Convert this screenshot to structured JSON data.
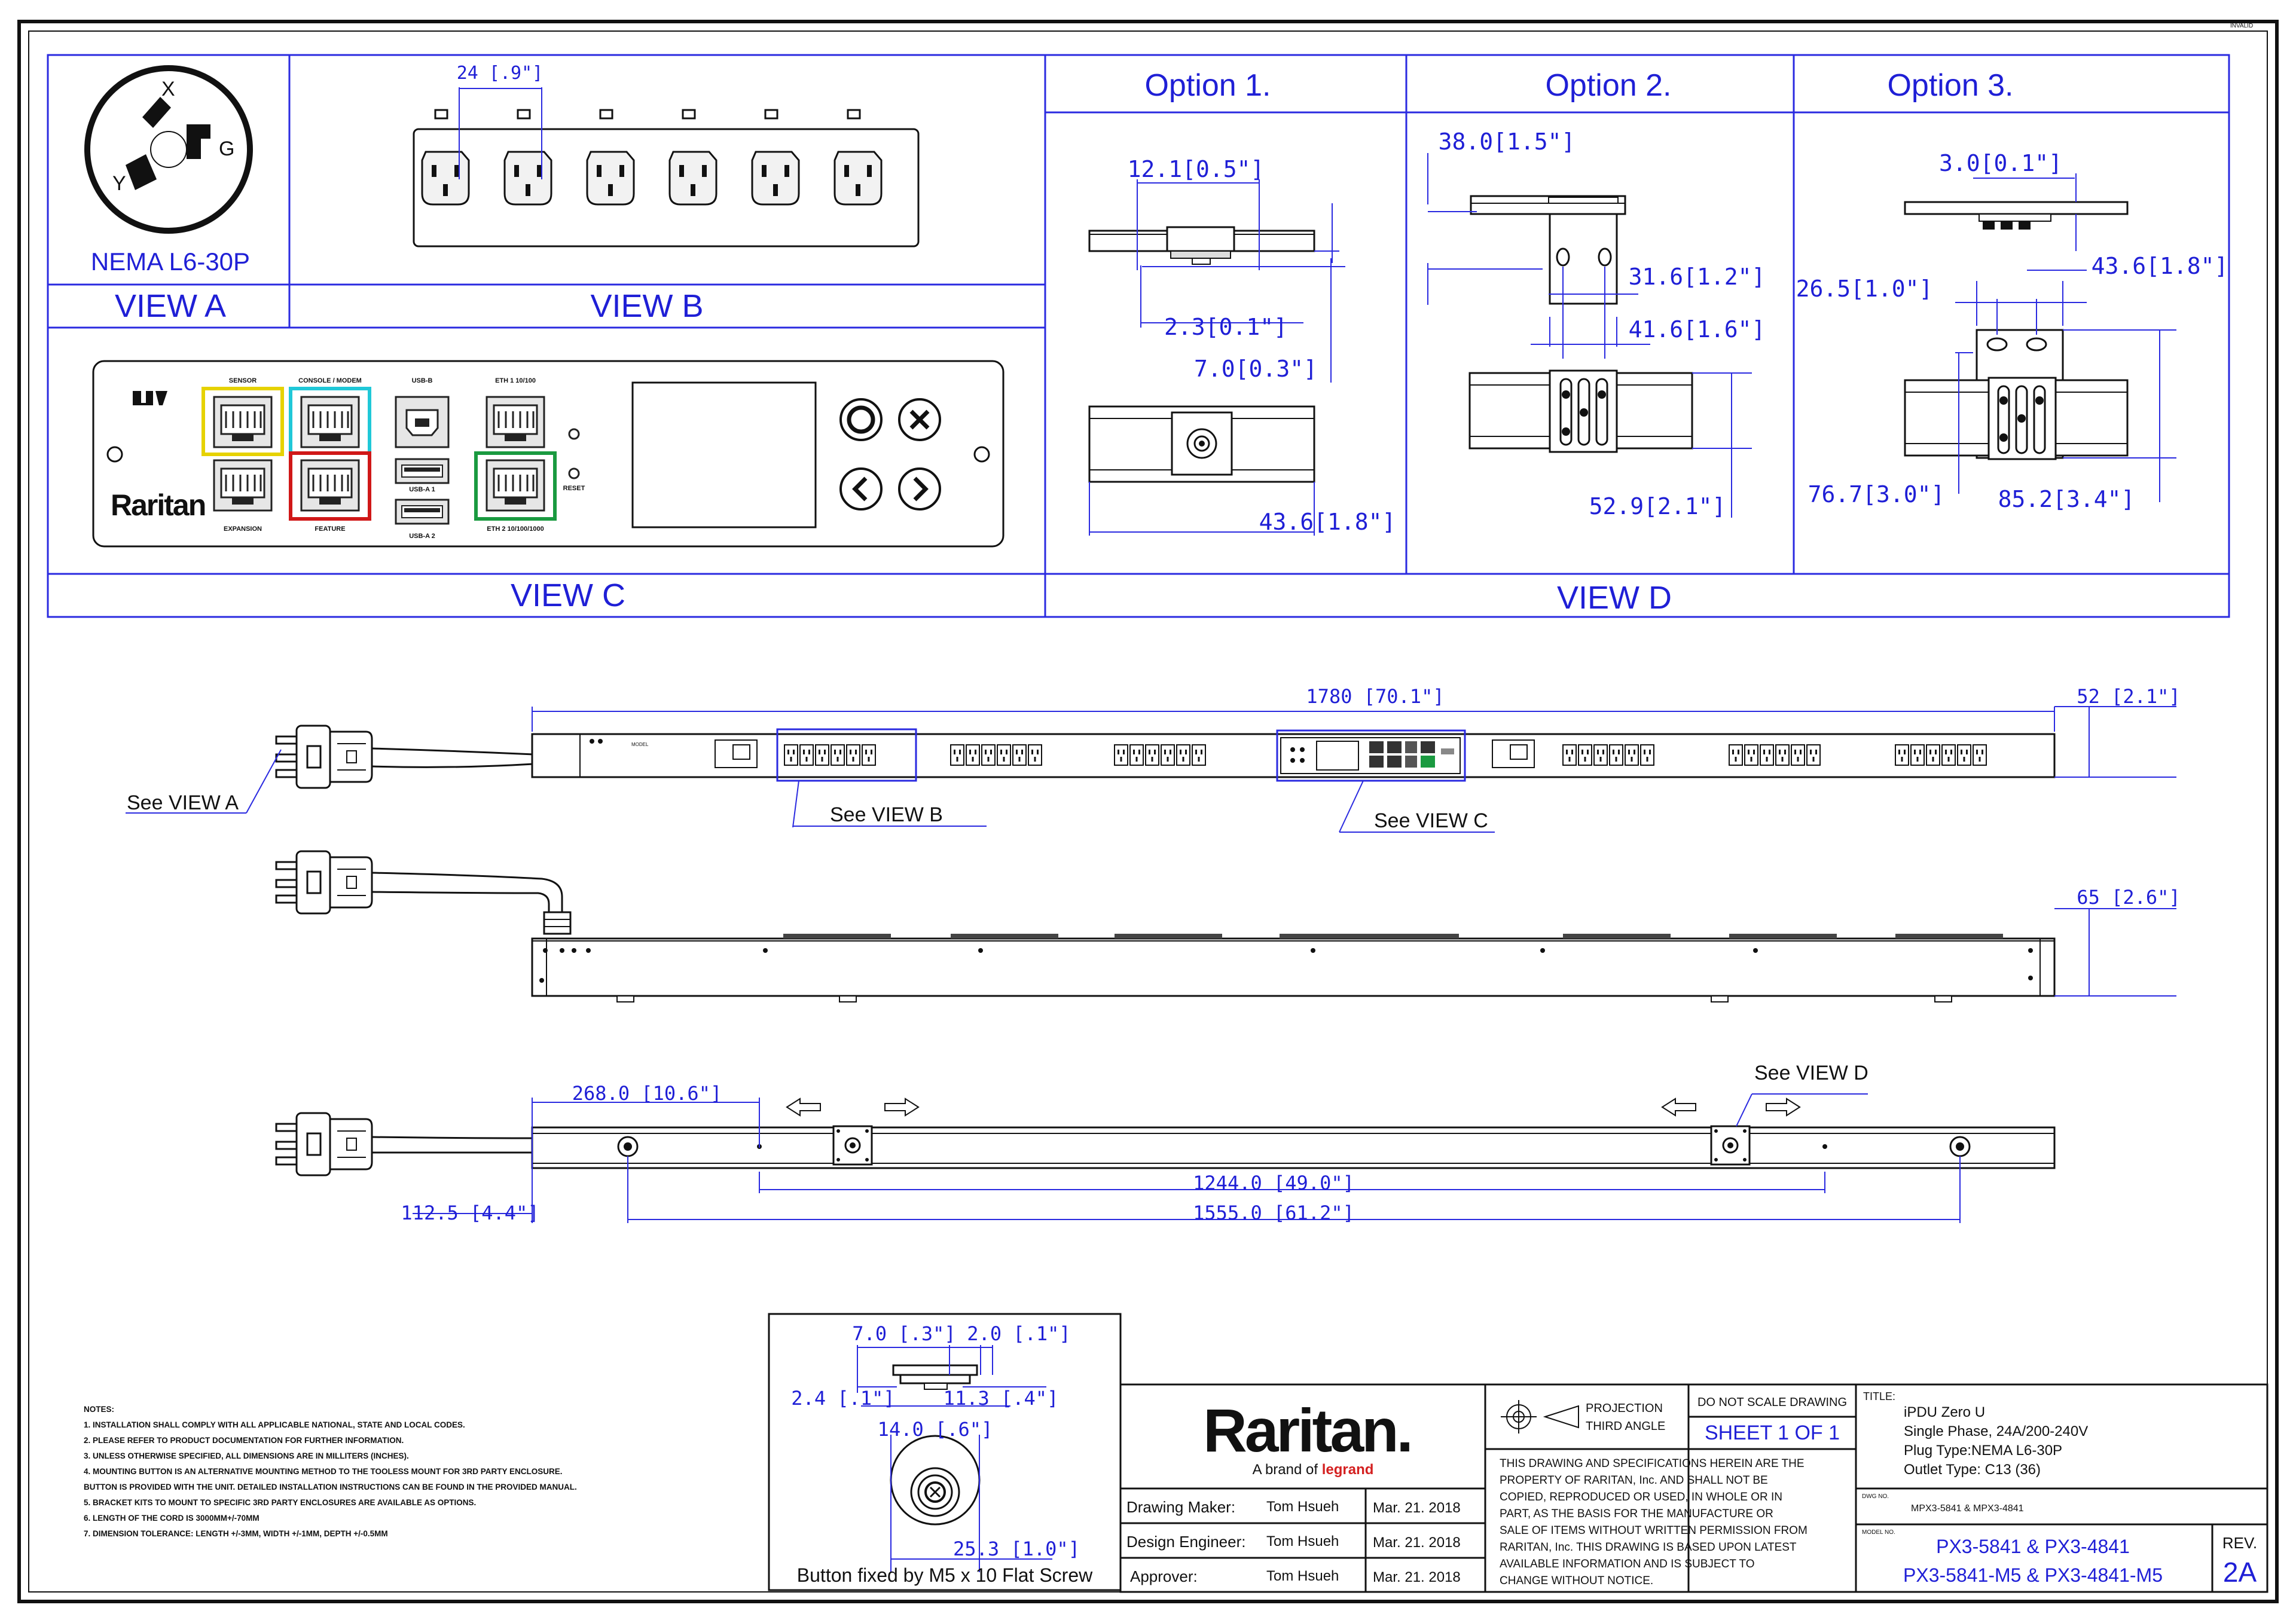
{
  "top_right_label": "INVALID",
  "view_a": {
    "outlet_label": "NEMA L6-30P",
    "view_label": "VIEW A",
    "pin_x": "X",
    "pin_y": "Y",
    "pin_g": "G"
  },
  "view_b": {
    "dim": "24 [.9\"]",
    "view_label": "VIEW B"
  },
  "view_c": {
    "view_label": "VIEW C",
    "brand": "Raritan",
    "sensor_label": "SENSOR",
    "console_label": "CONSOLE / MODEM",
    "usb_b_label": "USB-B",
    "eth1_label": "ETH 1 10/100",
    "expansion_label": "EXPANSION",
    "feature_label": "FEATURE",
    "usb_a1_label": "USB-A 1",
    "usb_a2_label": "USB-A 2",
    "reset_label": "RESET",
    "eth2_label": "ETH 2 10/100/1000"
  },
  "options": {
    "opt1": "Option 1.",
    "opt2": "Option  2.",
    "opt3": "Option 3.",
    "o1_d1": "12.1[0.5\"]",
    "o1_d2": "2.3[0.1\"]",
    "o1_d3": "7.0[0.3\"]",
    "o1_d4": "43.6[1.8\"]",
    "o2_d1": "38.0[1.5\"]",
    "o2_d2": "31.6[1.2\"]",
    "o2_d3": "41.6[1.6\"]",
    "o2_d4": "52.9[2.1\"]",
    "o3_d1": "3.0[0.1\"]",
    "o3_d2": "26.5[1.0\"]",
    "o3_d3": "43.6[1.8\"]",
    "o3_d4": "76.7[3.0\"]",
    "o3_d5": "85.2[3.4\"]",
    "view_label": "VIEW D"
  },
  "pdu": {
    "len_total": "1780  [70.1\"]",
    "width": "52  [2.1\"]",
    "depth": "65  [2.6\"]",
    "see_a": "See VIEW A",
    "see_b": "See VIEW B",
    "see_c": "See VIEW C",
    "see_d": "See VIEW D",
    "d268": "268.0  [10.6\"]",
    "d112": "112.5  [4.4\"]",
    "d1244": "1244.0  [49.0\"]",
    "d1555": "1555.0  [61.2\"]"
  },
  "button": {
    "d1": "7.0  [.3\"]",
    "d2": "2.0  [.1\"]",
    "d3": "2.4  [.1\"]",
    "d4": "11.3  [.4\"]",
    "d5": "14.0  [.6\"]",
    "d6": "25.3  [1.0\"]",
    "caption": "Button fixed by M5 x 10 Flat Screw"
  },
  "notes": {
    "heading": "NOTES:",
    "items": [
      "1. INSTALLATION SHALL COMPLY WITH ALL APPLICABLE NATIONAL, STATE AND LOCAL CODES.",
      "2. PLEASE REFER TO PRODUCT DOCUMENTATION FOR FURTHER INFORMATION.",
      "3. UNLESS OTHERWISE SPECIFIED, ALL DIMENSIONS ARE IN MILLITERS (INCHES).",
      "4. MOUNTING BUTTON IS AN ALTERNATIVE MOUNTING METHOD TO THE TOOLESS MOUNT FOR 3RD PARTY ENCLOSURE.",
      "    BUTTON IS PROVIDED WITH THE UNIT. DETAILED INSTALLATION INSTRUCTIONS CAN BE FOUND IN THE PROVIDED MANUAL.",
      "5. BRACKET KITS TO MOUNT TO SPECIFIC 3RD PARTY ENCLOSURES ARE AVAILABLE AS OPTIONS.",
      "6. LENGTH OF THE CORD IS 3000MM+/-70MM",
      "7. DIMENSION TOLERANCE: LENGTH +/-3MM, WIDTH +/-1MM, DEPTH +/-0.5MM"
    ]
  },
  "title_block": {
    "brand": "Raritan.",
    "brand_sub": "A brand of",
    "brand_legrand": "legrand",
    "drawing_maker_label": "Drawing Maker:",
    "drawing_maker": "Tom Hsueh",
    "drawing_maker_date": "Mar. 21. 2018",
    "design_engineer_label": "Design Engineer:",
    "design_engineer": "Tom Hsueh",
    "design_engineer_date": "Mar. 21. 2018",
    "approver_label": "Approver:",
    "approver": "Tom Hsueh",
    "approver_date": "Mar. 21. 2018",
    "projection1": "PROJECTION",
    "projection2": "THIRD ANGLE",
    "no_scale": "DO NOT SCALE DRAWING",
    "sheet": "SHEET 1 OF 1",
    "disclaimer": [
      "THIS DRAWING AND SPECIFICATIONS HEREIN ARE THE",
      "PROPERTY OF RARITAN, Inc. AND SHALL NOT BE",
      "COPIED, REPRODUCED OR USED, IN WHOLE OR IN",
      "PART, AS THE BASIS FOR THE MANUFACTURE OR",
      "SALE OF ITEMS WITHOUT WRITTEN PERMISSION FROM",
      "RARITAN, Inc. THIS DRAWING IS BASED UPON LATEST",
      "AVAILABLE INFORMATION AND IS SUBJECT TO",
      "CHANGE WITHOUT NOTICE."
    ],
    "title_label": "TITLE:",
    "title_lines": [
      "iPDU Zero U",
      "Single Phase, 24A/200-240V",
      "Plug Type:NEMA L6-30P",
      "Outlet Type: C13 (36)"
    ],
    "dwg_label": "DWG NO.",
    "dwg_no": "MPX3-5841 & MPX3-4841",
    "model_label": "MODEL NO.",
    "model_1": "PX3-5841 & PX3-4841",
    "model_2": "PX3-5841-M5 & PX3-4841-M5",
    "rev_label": "REV.",
    "rev": "2A"
  }
}
